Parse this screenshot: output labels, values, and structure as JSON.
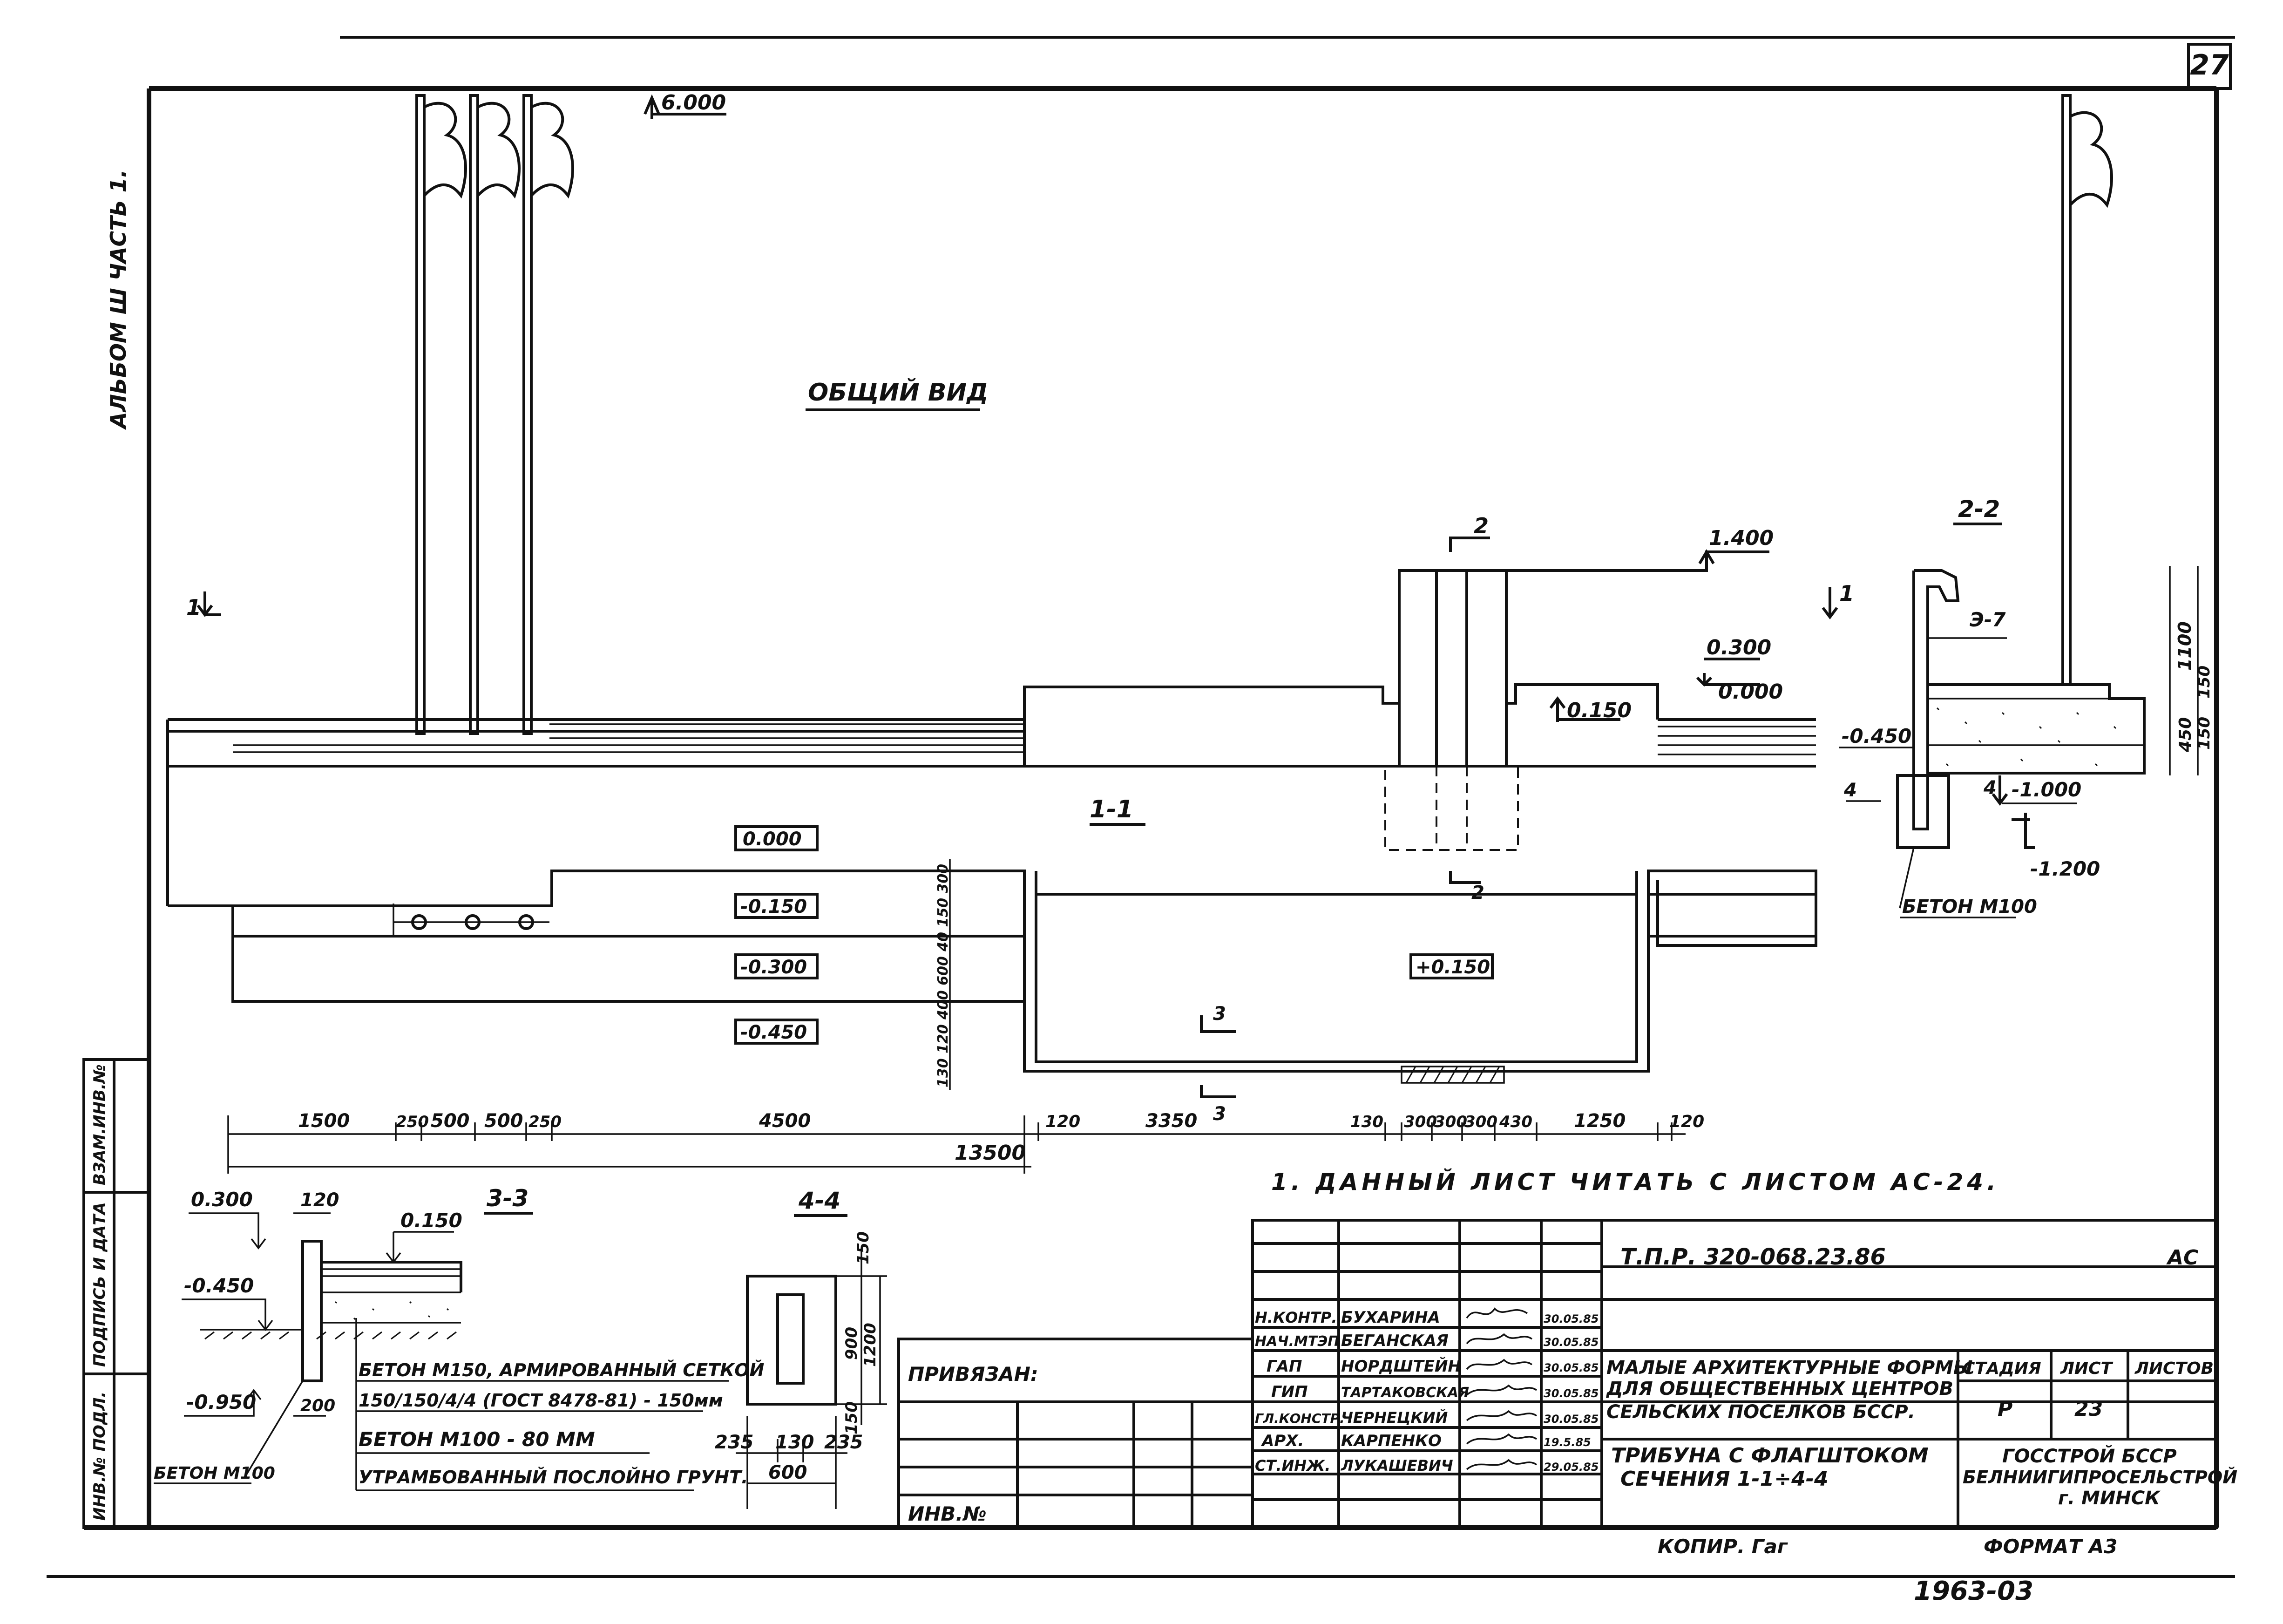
{
  "sheet": {
    "page_number": "27",
    "album_label": "АЛЬБОМ Ш ЧАСТЬ 1.",
    "note": "1. ДАННЫЙ ЛИСТ ЧИТАТЬ С ЛИСТОМ АС-24.",
    "copied_by": "КОПИР. Гаг",
    "format": "ФОРМАТ А3",
    "archive_number": "1963-03"
  },
  "main_view": {
    "title": "ОБЩИЙ ВИД",
    "section_mark_1_top": "1",
    "section_mark_1_right": "1",
    "section_mark_2_top": "2",
    "section_mark_2_bottom": "2",
    "level_6000": "6.000",
    "level_1400": "1.400",
    "level_0300": "0.300",
    "level_0000": "0.000",
    "level_0150": "0.150"
  },
  "plan_view": {
    "title": "1-1",
    "levels": [
      "0.000",
      "-0.150",
      "-0.300",
      "-0.450"
    ],
    "level_plus": "+0.150",
    "section_mark_3_top": "3",
    "section_mark_3_bottom": "3",
    "dim_column": "130 120 400 600 40 150 300",
    "dims_row": [
      "1500",
      "250",
      "500",
      "500",
      "250",
      "4500",
      "120",
      "3350",
      "130",
      "300",
      "300",
      "300",
      "430",
      "1250",
      "120"
    ],
    "total_dim": "13500"
  },
  "section_2_2": {
    "title": "2-2",
    "element": "Э-7",
    "level_0450": "-0.450",
    "level_1000": "-1.000",
    "level_1200": "-1.200",
    "dim_1100": "1100",
    "dim_150": "150",
    "dim_450": "450",
    "dim_150b": "150",
    "concrete": "БЕТОН М100",
    "section_mark_4a": "4",
    "section_mark_4b": "4"
  },
  "section_3_3": {
    "title": "3-3",
    "level_0300": "0.300",
    "level_0150": "0.150",
    "level_0450": "-0.450",
    "level_0950": "-0.950",
    "dim_120": "120",
    "dim_200": "200",
    "concrete_left": "БЕТОН М100",
    "layer_1": "БЕТОН М150, АРМИРОВАННЫЙ СЕТКОЙ",
    "layer_1b": "150/150/4/4 (ГОСТ 8478-81) - 150мм",
    "layer_2": "БЕТОН М100 - 80 ММ",
    "layer_3": "УТРАМБОВАННЫЙ ПОСЛОЙНО ГРУНТ."
  },
  "section_4_4": {
    "title": "4-4",
    "dim_150": "150",
    "dim_900": "900",
    "dim_1200": "1200",
    "dim_150b": "150",
    "dim_235a": "235",
    "dim_130": "130",
    "dim_235b": "235",
    "dim_600": "600"
  },
  "left_stamp": {
    "cells": [
      "ВЗАМ.ИНВ.№",
      "ПОДПИСЬ И ДАТА",
      "ИНВ.№ ПОДЛ."
    ]
  },
  "title_block": {
    "doc_code": "Т.П.Р. 320-068.23.86",
    "stage_code": "АС",
    "bound_label": "ПРИВЯЗАН:",
    "inv_label": "ИНВ.№",
    "project_title_1": "МАЛЫЕ АРХИТЕКТУРНЫЕ ФОРМЫ",
    "project_title_2": "ДЛЯ ОБЩЕСТВЕННЫХ ЦЕНТРОВ",
    "project_title_3": "СЕЛЬСКИХ ПОСЕЛКОВ БССР.",
    "sheet_title_1": "ТРИБУНА С ФЛАГШТОКОМ",
    "sheet_title_2": "СЕЧЕНИЯ 1-1÷4-4",
    "stage_header": "СТАДИЯ",
    "sheet_header": "ЛИСТ",
    "sheets_header": "ЛИСТОВ",
    "stage_value": "Р",
    "sheet_value": "23",
    "org_1": "ГОССТРОЙ БССР",
    "org_2": "БЕЛНИИГИПРОСЕЛЬСТРОЙ",
    "org_3": "г. МИНСК",
    "signatures": [
      {
        "role": "Н.КОНТР.",
        "name": "БУХАРИНА",
        "date": "30.05.85"
      },
      {
        "role": "НАЧ.МТЭП",
        "name": "БЕГАНСКАЯ",
        "date": "30.05.85"
      },
      {
        "role": "ГАП",
        "name": "НОРДШТЕЙН",
        "date": "30.05.85"
      },
      {
        "role": "ГИП",
        "name": "ТАРТАКОВСКАЯ",
        "date": "30.05.85"
      },
      {
        "role": "ГЛ.КОНСТР.",
        "name": "ЧЕРНЕЦКИЙ",
        "date": "30.05.85"
      },
      {
        "role": "АРХ.",
        "name": "КАРПЕНКО",
        "date": "19.5.85"
      },
      {
        "role": "СТ.ИНЖ.",
        "name": "ЛУКАШЕВИЧ",
        "date": "29.05.85"
      }
    ]
  }
}
